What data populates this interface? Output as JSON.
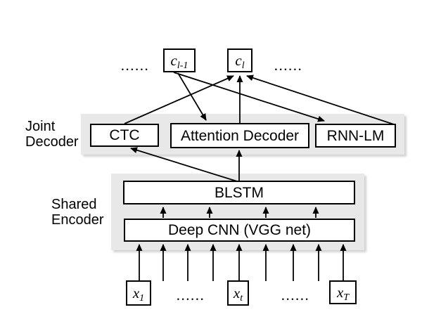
{
  "diagram": {
    "outputs": {
      "dots_left": "......",
      "c_prev": {
        "base": "c",
        "sub": "l-1"
      },
      "c_current": {
        "base": "c",
        "sub": "l"
      },
      "dots_right": "......"
    },
    "joint_decoder": {
      "label_line1": "Joint",
      "label_line2": "Decoder",
      "ctc_label": "CTC",
      "attention_decoder_label": "Attention Decoder",
      "rnn_lm_label": "RNN-LM"
    },
    "shared_encoder": {
      "label_line1": "Shared",
      "label_line2": "Encoder",
      "blstm_label": "BLSTM",
      "deep_cnn_label": "Deep CNN (VGG net)"
    },
    "inputs": {
      "x_first": {
        "base": "x",
        "sub": "1"
      },
      "dots_left": "......",
      "x_t": {
        "base": "x",
        "sub": "t"
      },
      "dots_right": "......",
      "x_last": {
        "base": "x",
        "sub": "T"
      }
    },
    "edges": [
      {
        "from": "ctc",
        "to": "c_l"
      },
      {
        "from": "attention_decoder",
        "to": "c_l"
      },
      {
        "from": "rnn_lm",
        "to": "c_l"
      },
      {
        "from": "c_l-1",
        "to": "attention_decoder"
      },
      {
        "from": "c_l-1",
        "to": "rnn_lm"
      },
      {
        "from": "blstm",
        "to": "ctc"
      },
      {
        "from": "blstm",
        "to": "attention_decoder"
      },
      {
        "from": "deep_cnn",
        "to": "blstm",
        "arrow_count": 4
      },
      {
        "from": "x_inputs",
        "to": "deep_cnn",
        "arrow_count": 9
      }
    ],
    "colors": {
      "background": "#ffffff",
      "band_fill": "#e8e8e8",
      "box_fill": "#ffffff",
      "box_border": "#000000",
      "arrow": "#000000",
      "text": "#000000"
    }
  }
}
